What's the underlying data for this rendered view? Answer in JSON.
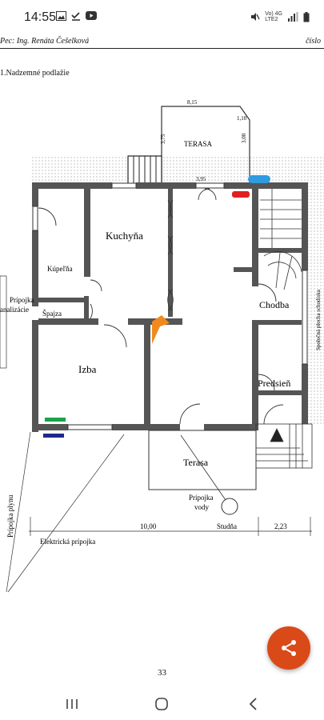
{
  "status_bar": {
    "time": "14:55",
    "network_labels": "Vo) 4G",
    "network_sub": "LTE2"
  },
  "document": {
    "header_left": "Pec: Ing. Renáta Češelková",
    "header_right": "číslo",
    "section_title": "1.Nadzemné podlažie",
    "page_number": "33"
  },
  "floor_plan": {
    "rooms": {
      "kitchen": "Kuchyňa",
      "bathroom": "Kúpeľňa",
      "pantry": "Špajza",
      "room": "Izba",
      "hall": "Chodba",
      "entrance": "Predsieň",
      "terrace": "Terasa",
      "upper_terrace": "TERASA"
    },
    "labels": {
      "water_connection_1": "Prípojka",
      "water_connection_2": "vody",
      "well": "Studňa",
      "gas_connection": "Prípojka plynu",
      "electric_connection": "Elektrická prípojka",
      "sewer_connection_1": "Prípojka",
      "sewer_connection_2": "analizácie",
      "stair_note": "Spoločná plocha schodiska"
    },
    "dimensions": {
      "width_main": "10,00",
      "width_side": "2,23",
      "terrace_top": "8,15",
      "terrace_left": "3,75",
      "terrace_right": "3,00",
      "terrace_bottom": "3,95",
      "terrace_corner": "1,10"
    },
    "markers": {
      "blue": "#2f9be0",
      "red": "#e02020",
      "orange": "#f08a1e",
      "green": "#1aa34a",
      "navy": "#1c2a8a"
    }
  },
  "actions": {
    "share_icon": "share-icon"
  },
  "nav_bar": {
    "recents": "recents-icon",
    "home": "home-icon",
    "back": "back-icon"
  }
}
